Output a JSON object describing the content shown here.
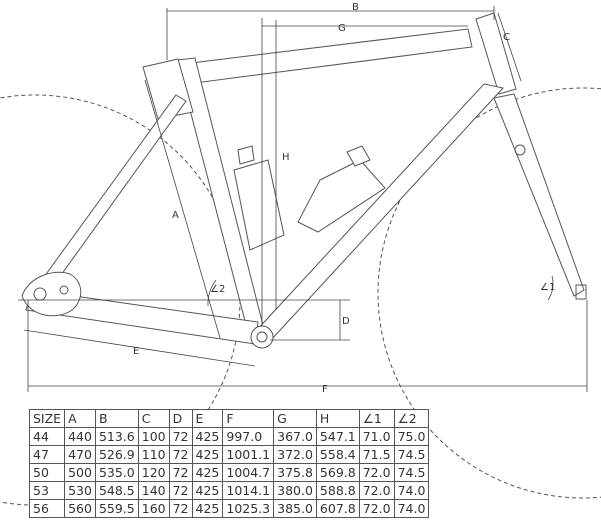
{
  "dimension_labels": {
    "A": "A",
    "B": "B",
    "C": "C",
    "D": "D",
    "E": "E",
    "F": "F",
    "G": "G",
    "H": "H",
    "L1": "∠1",
    "L2": "∠2"
  },
  "geometry_table": {
    "headers": [
      "SIZE",
      "A",
      "B",
      "C",
      "D",
      "E",
      "F",
      "G",
      "H",
      "∠1",
      "∠2"
    ],
    "rows": [
      [
        "44",
        "440",
        "513.6",
        "100",
        "72",
        "425",
        "997.0",
        "367.0",
        "547.1",
        "71.0",
        "75.0"
      ],
      [
        "47",
        "470",
        "526.9",
        "110",
        "72",
        "425",
        "1001.1",
        "372.0",
        "558.4",
        "71.5",
        "74.5"
      ],
      [
        "50",
        "500",
        "535.0",
        "120",
        "72",
        "425",
        "1004.7",
        "375.8",
        "569.8",
        "72.0",
        "74.5"
      ],
      [
        "53",
        "530",
        "548.5",
        "140",
        "72",
        "425",
        "1014.1",
        "380.0",
        "588.8",
        "72.0",
        "74.0"
      ],
      [
        "56",
        "560",
        "559.5",
        "160",
        "72",
        "425",
        "1025.3",
        "385.0",
        "607.8",
        "72.0",
        "74.0"
      ]
    ]
  },
  "colors": {
    "line": "#555555",
    "dimension": "#444444",
    "background": "#ffffff"
  }
}
